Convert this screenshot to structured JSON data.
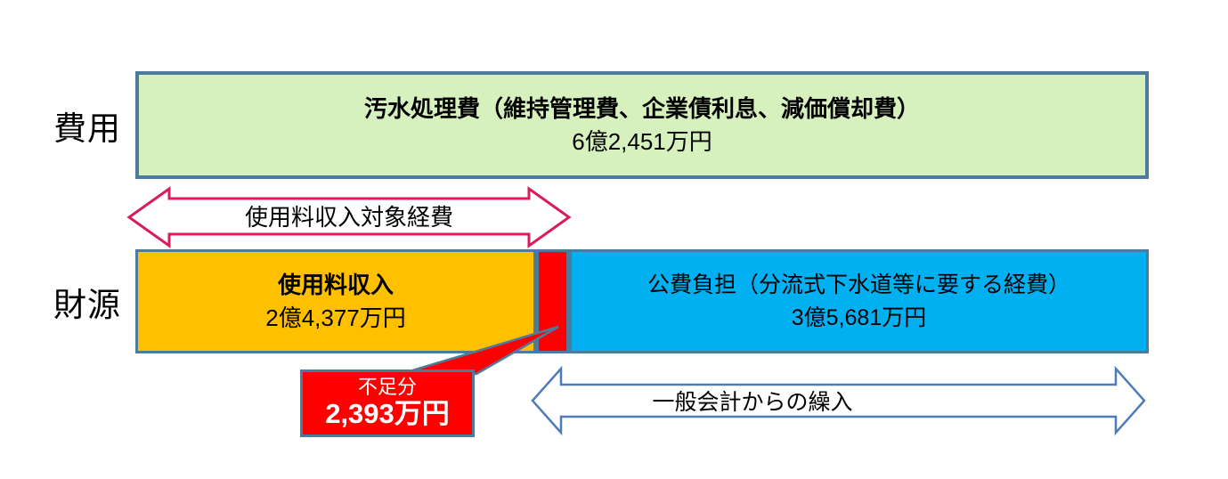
{
  "diagram": {
    "row_labels": {
      "cost": "費用",
      "source": "財源"
    },
    "cost_bar": {
      "title": "汚水処理費（維持管理費、企業債利息、減価償却費）",
      "amount": "6億2,451万円"
    },
    "fee_scope_arrow": {
      "label": "使用料収入対象経費"
    },
    "source_bars": {
      "usage_fee": {
        "title": "使用料収入",
        "amount": "2億4,377万円"
      },
      "public_burden": {
        "title": "公費負担（分流式下水道等に要する経費）",
        "amount": "3億5,681万円"
      }
    },
    "shortfall_callout": {
      "label": "不足分",
      "amount": "2,393万円"
    },
    "transfer_arrow": {
      "label": "一般会計からの繰入"
    },
    "colors": {
      "bar_border": "#4E7B9C",
      "cost_fill": "#D6F0BE",
      "usage_fee_fill": "#FFC000",
      "shortfall_fill": "#FF0000",
      "public_burden_fill": "#00B0F0",
      "fee_scope_arrow_stroke": "#D81C5C",
      "transfer_arrow_stroke": "#4E7CB8",
      "arrow_fill": "#FFFFFF",
      "callout_text": "#FFFFFF",
      "text": "#000000"
    }
  }
}
